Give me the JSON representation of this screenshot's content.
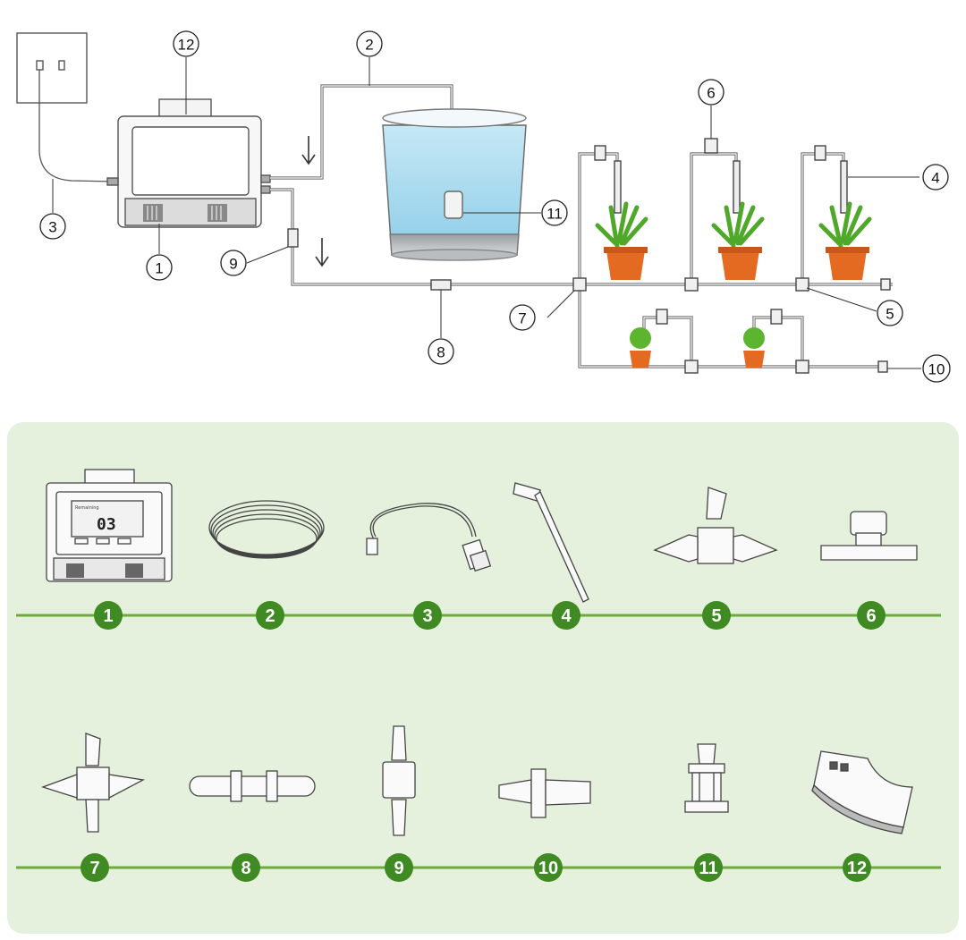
{
  "colors": {
    "panel": "#e6f1dd",
    "rail": "#6cab3c",
    "badge": "#3f8a22",
    "water": "#a9d9ee",
    "pot": "#e46a22",
    "leaf": "#59b52e"
  },
  "callouts": {
    "c1": "1",
    "c2": "2",
    "c3": "3",
    "c4": "4",
    "c5": "5",
    "c6": "6",
    "c7": "7",
    "c8": "8",
    "c9": "9",
    "c10": "10",
    "c11": "11",
    "c12": "12"
  },
  "display": {
    "value": "03"
  },
  "legend": {
    "row1": [
      "1",
      "2",
      "3",
      "4",
      "5",
      "6"
    ],
    "row2": [
      "7",
      "8",
      "9",
      "10",
      "11",
      "12"
    ]
  }
}
